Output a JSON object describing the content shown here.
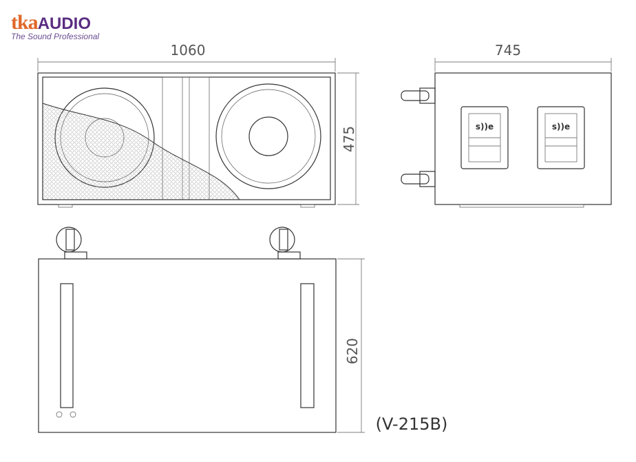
{
  "logo": {
    "brand_part1": "tka",
    "brand_part2": "AUDIO",
    "tagline": "The Sound Professional"
  },
  "dimensions": {
    "front_width": "1060",
    "height": "475",
    "depth": "745",
    "top_depth": "620"
  },
  "model": "(V-215B)",
  "handle_badge": "s))e"
}
